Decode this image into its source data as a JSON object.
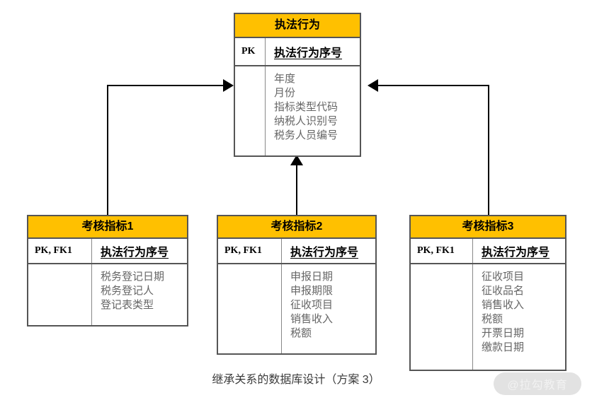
{
  "diagram": {
    "caption": "继承关系的数据库设计（方案 3）",
    "watermark": "@拉勾教育",
    "colors": {
      "header_fill": "#FFC000",
      "border": "#555555",
      "attribute_text": "#666666",
      "connector": "#000000"
    },
    "entities": [
      {
        "id": "parent",
        "title": "执法行为",
        "key_label": "PK",
        "key_field": "执法行为序号",
        "attributes": [
          "年度",
          "月份",
          "指标类型代码",
          "纳税人识别号",
          "税务人员编号"
        ]
      },
      {
        "id": "child1",
        "title": "考核指标1",
        "key_label": "PK, FK1",
        "key_field": "执法行为序号",
        "attributes": [
          "税务登记日期",
          "税务登记人",
          "登记表类型"
        ]
      },
      {
        "id": "child2",
        "title": "考核指标2",
        "key_label": "PK, FK1",
        "key_field": "执法行为序号",
        "attributes": [
          "申报日期",
          "申报期限",
          "征收项目",
          "销售收入",
          "税额"
        ]
      },
      {
        "id": "child3",
        "title": "考核指标3",
        "key_label": "PK, FK1",
        "key_field": "执法行为序号",
        "attributes": [
          "征收项目",
          "征收品名",
          "销售收入",
          "税额",
          "开票日期",
          "缴款日期"
        ]
      }
    ],
    "relationships": [
      {
        "from": "考核指标1",
        "to": "执法行为",
        "direction": "right"
      },
      {
        "from": "考核指标2",
        "to": "执法行为",
        "direction": "up"
      },
      {
        "from": "考核指标3",
        "to": "执法行为",
        "direction": "left"
      }
    ]
  }
}
